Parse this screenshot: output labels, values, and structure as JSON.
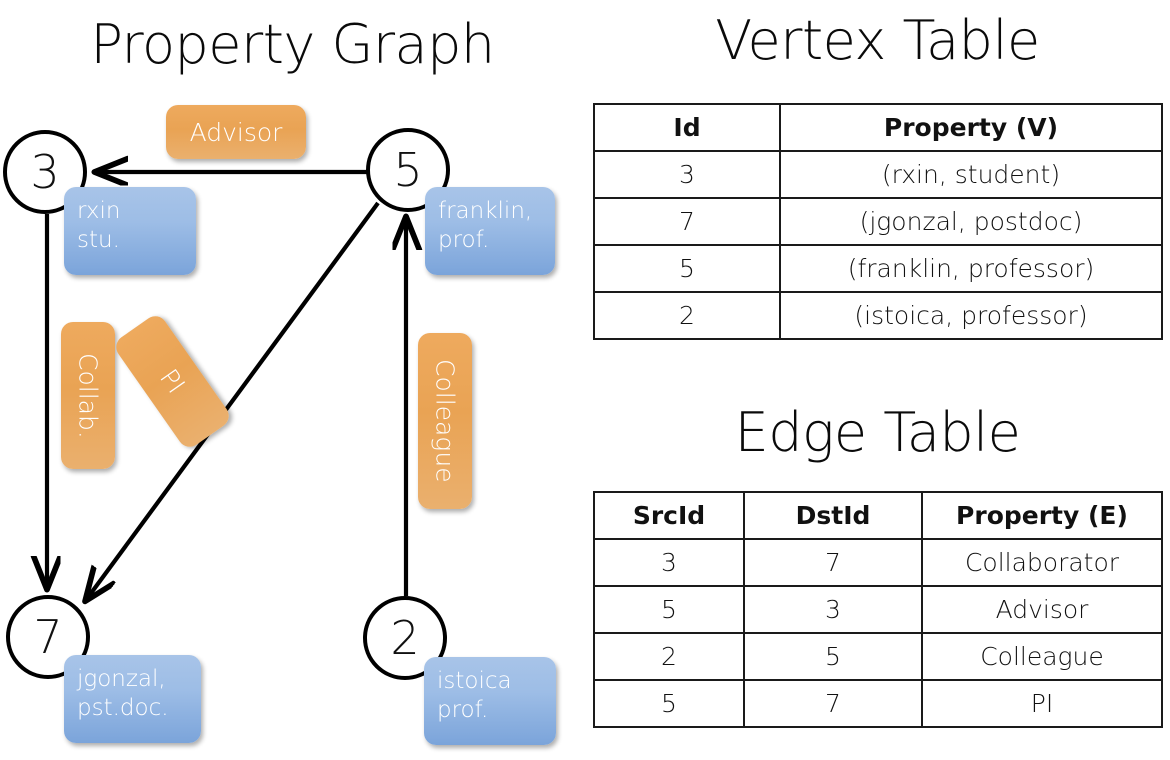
{
  "titles": {
    "property_graph": "Property Graph",
    "vertex_table": "Vertex Table",
    "edge_table": "Edge Table"
  },
  "graph": {
    "nodes": [
      {
        "id": "3",
        "label": "3",
        "property_lines": [
          "rxin",
          "stu."
        ]
      },
      {
        "id": "5",
        "label": "5",
        "property_lines": [
          "franklin,",
          "prof."
        ]
      },
      {
        "id": "7",
        "label": "7",
        "property_lines": [
          "jgonzal,",
          "pst.doc."
        ]
      },
      {
        "id": "2",
        "label": "2",
        "property_lines": [
          "istoica",
          "prof."
        ]
      }
    ],
    "node_props": {
      "n3_l1": "rxin",
      "n3_l2": "stu.",
      "n5_l1": "franklin,",
      "n5_l2": "prof.",
      "n7_l1": "jgonzal,",
      "n7_l2": "pst.doc.",
      "n2_l1": "istoica",
      "n2_l2": "prof."
    },
    "edge_labels": {
      "advisor": "Advisor",
      "collab": "Collab.",
      "pi": "PI",
      "colleague": "Colleague"
    },
    "edges": [
      {
        "src": "5",
        "dst": "3",
        "label": "Advisor"
      },
      {
        "src": "3",
        "dst": "7",
        "label": "Collab."
      },
      {
        "src": "5",
        "dst": "7",
        "label": "PI"
      },
      {
        "src": "2",
        "dst": "5",
        "label": "Colleague"
      }
    ]
  },
  "vertex_table": {
    "headers": [
      "Id",
      "Property (V)"
    ],
    "rows": [
      {
        "id": "3",
        "property": "(rxin, student)"
      },
      {
        "id": "7",
        "property": "(jgonzal, postdoc)"
      },
      {
        "id": "5",
        "property": "(franklin, professor)"
      },
      {
        "id": "2",
        "property": "(istoica, professor)"
      }
    ]
  },
  "edge_table": {
    "headers": [
      "SrcId",
      "DstId",
      "Property (E)"
    ],
    "rows": [
      {
        "src": "3",
        "dst": "7",
        "property": "Collaborator"
      },
      {
        "src": "5",
        "dst": "3",
        "property": "Advisor"
      },
      {
        "src": "2",
        "dst": "5",
        "property": "Colleague"
      },
      {
        "src": "5",
        "dst": "7",
        "property": "PI"
      }
    ]
  },
  "colors": {
    "vertex_fill": "#d4dff1",
    "edge_fill": "#f5ddc3",
    "node_bubble": "#9dbde6",
    "edge_label": "#e9a354",
    "stroke": "#000000"
  }
}
